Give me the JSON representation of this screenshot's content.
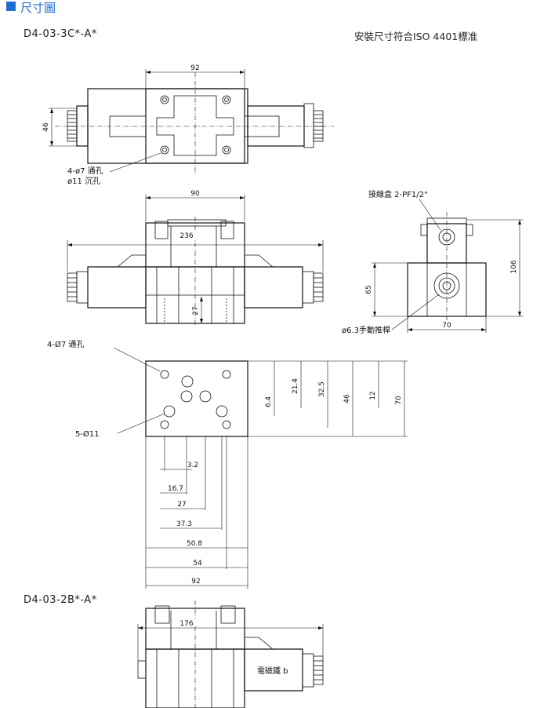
{
  "section_title": "尺寸圖",
  "model_top": "D4-03-3C*-A*",
  "iso_note": "安裝尺寸符合ISO 4401標准",
  "model_bottom": "D4-03-2B*-A*",
  "labels": {
    "through_hole_top_1": "4-ø7 通孔",
    "through_hole_top_2": "ø11 沉孔",
    "junction_box": "接線盒 2-PF1/2\"",
    "manual_push": "ø6.3手動推桿",
    "through_hole_base": "4-Ø7 通孔",
    "ports": "5-Ø11",
    "solenoid_b": "電磁鐵 b"
  },
  "dimensions": {
    "top_width": "92",
    "top_height": "46",
    "front_width": "90",
    "front_length": "236",
    "front_height": "27",
    "side_total": "106",
    "side_lower": "65",
    "side_width": "70",
    "base_v1": "6.4",
    "base_v2": "21.4",
    "base_v3": "32.5",
    "base_v4": "46",
    "base_v5": "12",
    "base_v6": "70",
    "base_h1": "3.2",
    "base_h2": "16.7",
    "base_h3": "27",
    "base_h4": "37.3",
    "base_h5": "50.8",
    "base_h6": "54",
    "base_h7": "92",
    "bottom_length": "176"
  }
}
